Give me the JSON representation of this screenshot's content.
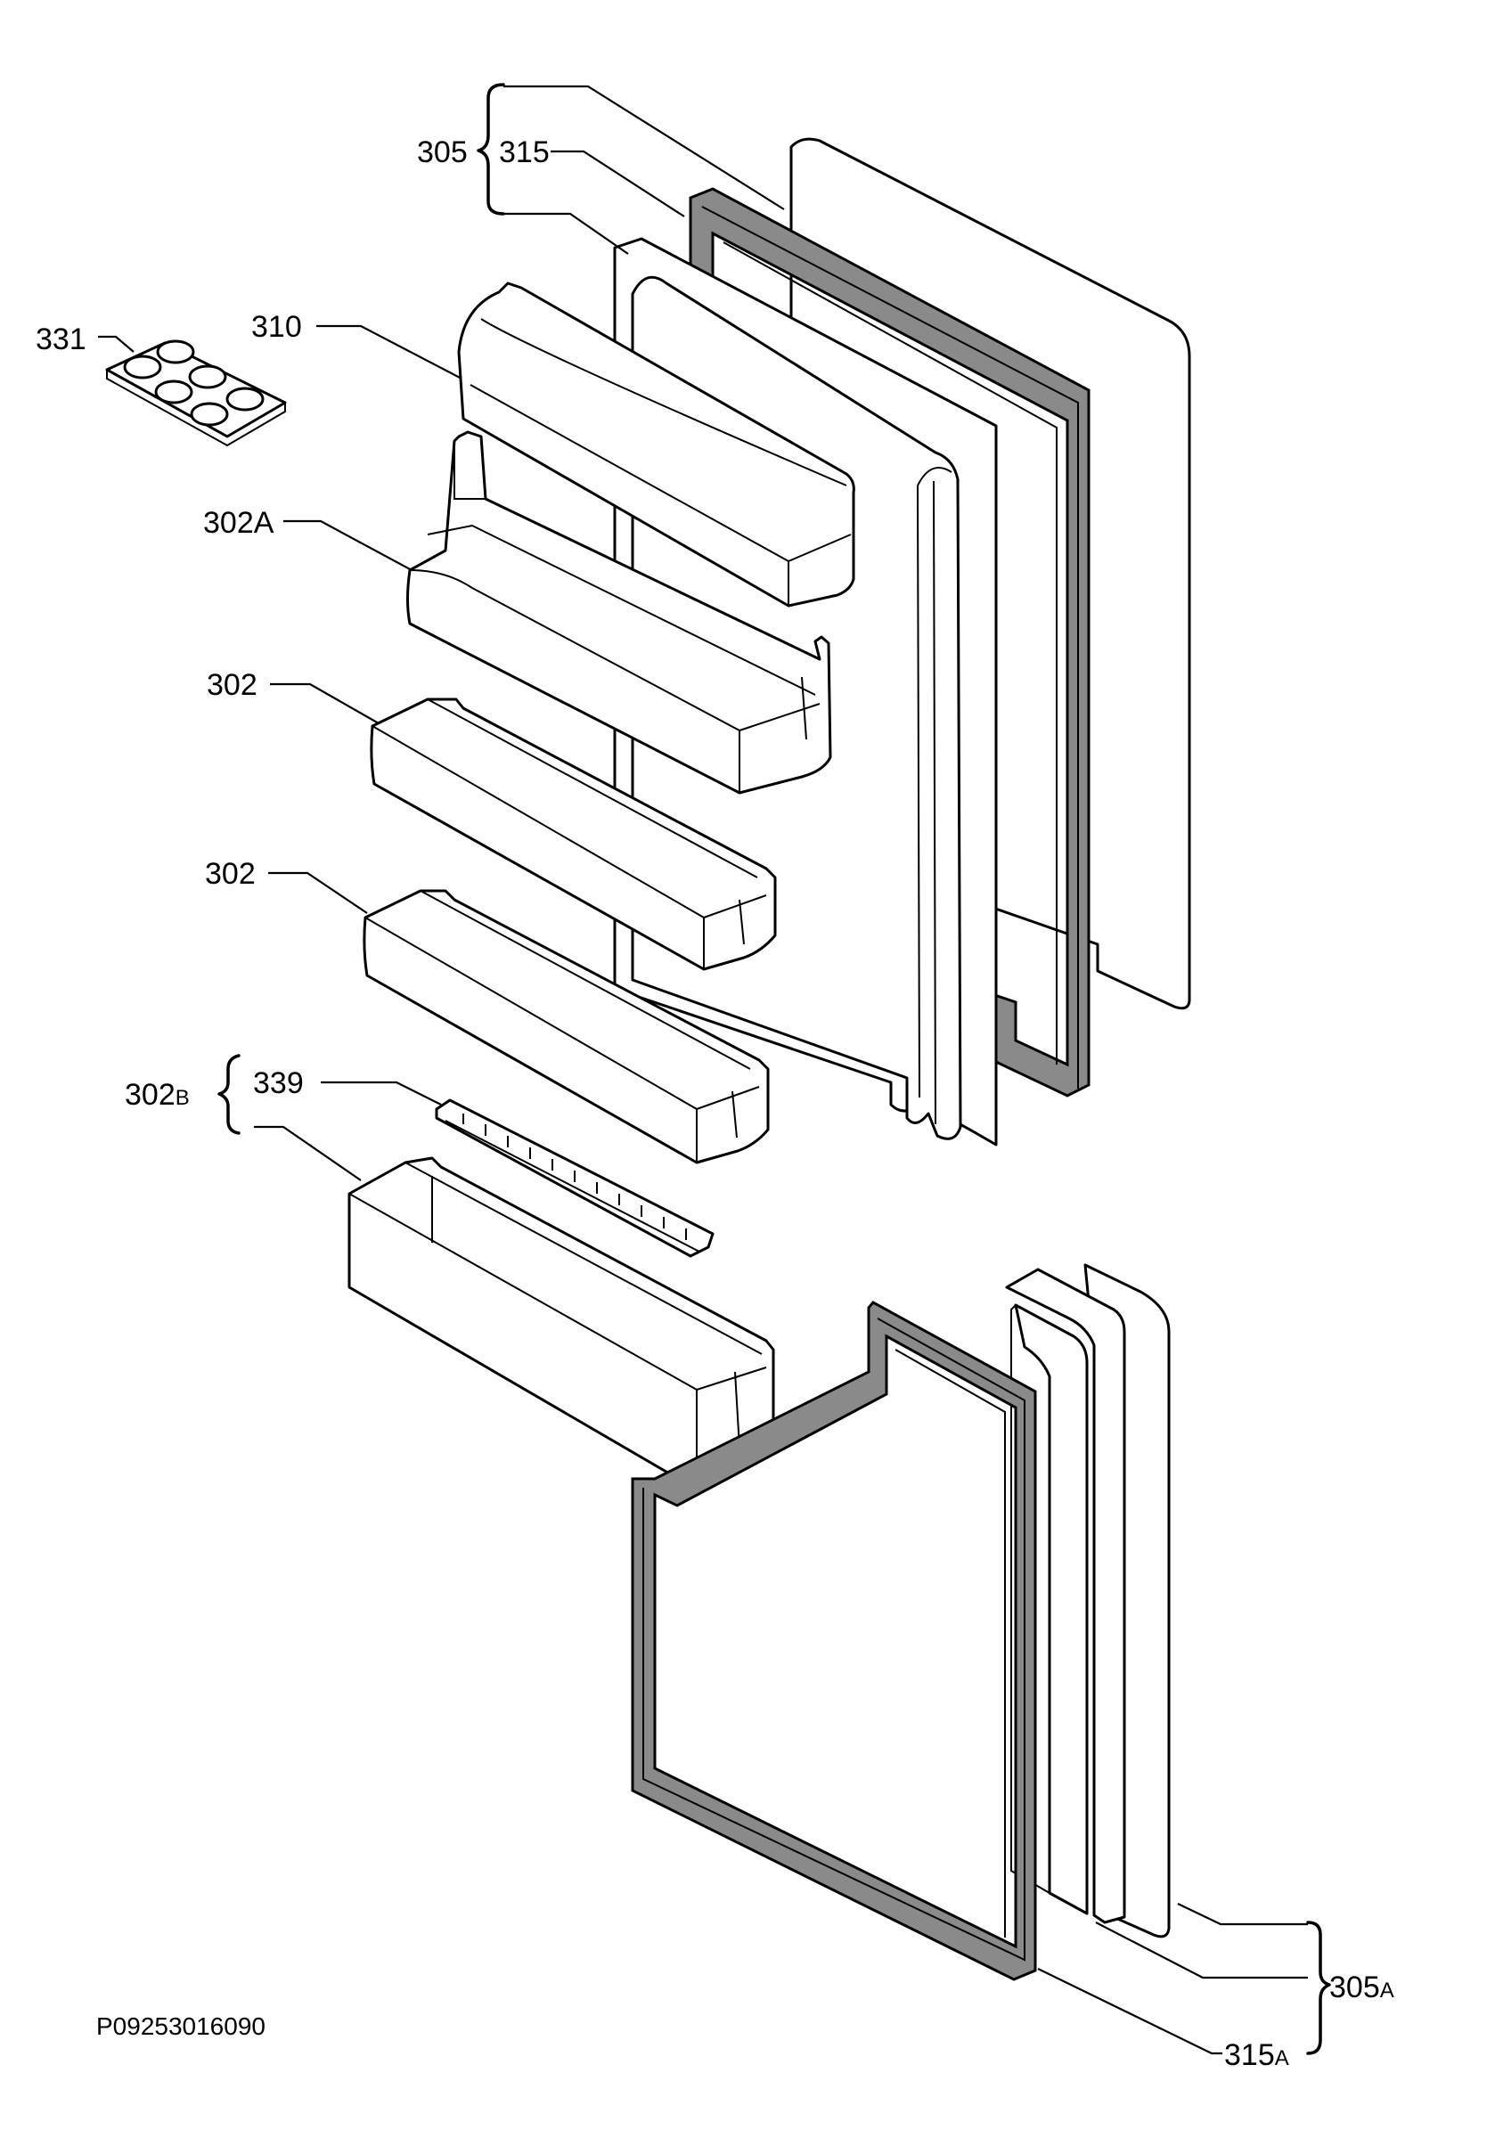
{
  "drawing": {
    "code": "P09253016090",
    "colors": {
      "line": "#000000",
      "gasket": "#8a8a8a",
      "background": "#ffffff"
    }
  },
  "labels": {
    "l305": "305",
    "l315": "315",
    "l331": "331",
    "l310": "310",
    "l302a_num": "302",
    "l302a_suf": "A",
    "l302_1": "302",
    "l302_2": "302",
    "l302b_num": "302",
    "l302b_suf": "B",
    "l339": "339",
    "l305a_num": "305",
    "l305a_suf": "A",
    "l315a_num": "315",
    "l315a_suf": "A"
  }
}
